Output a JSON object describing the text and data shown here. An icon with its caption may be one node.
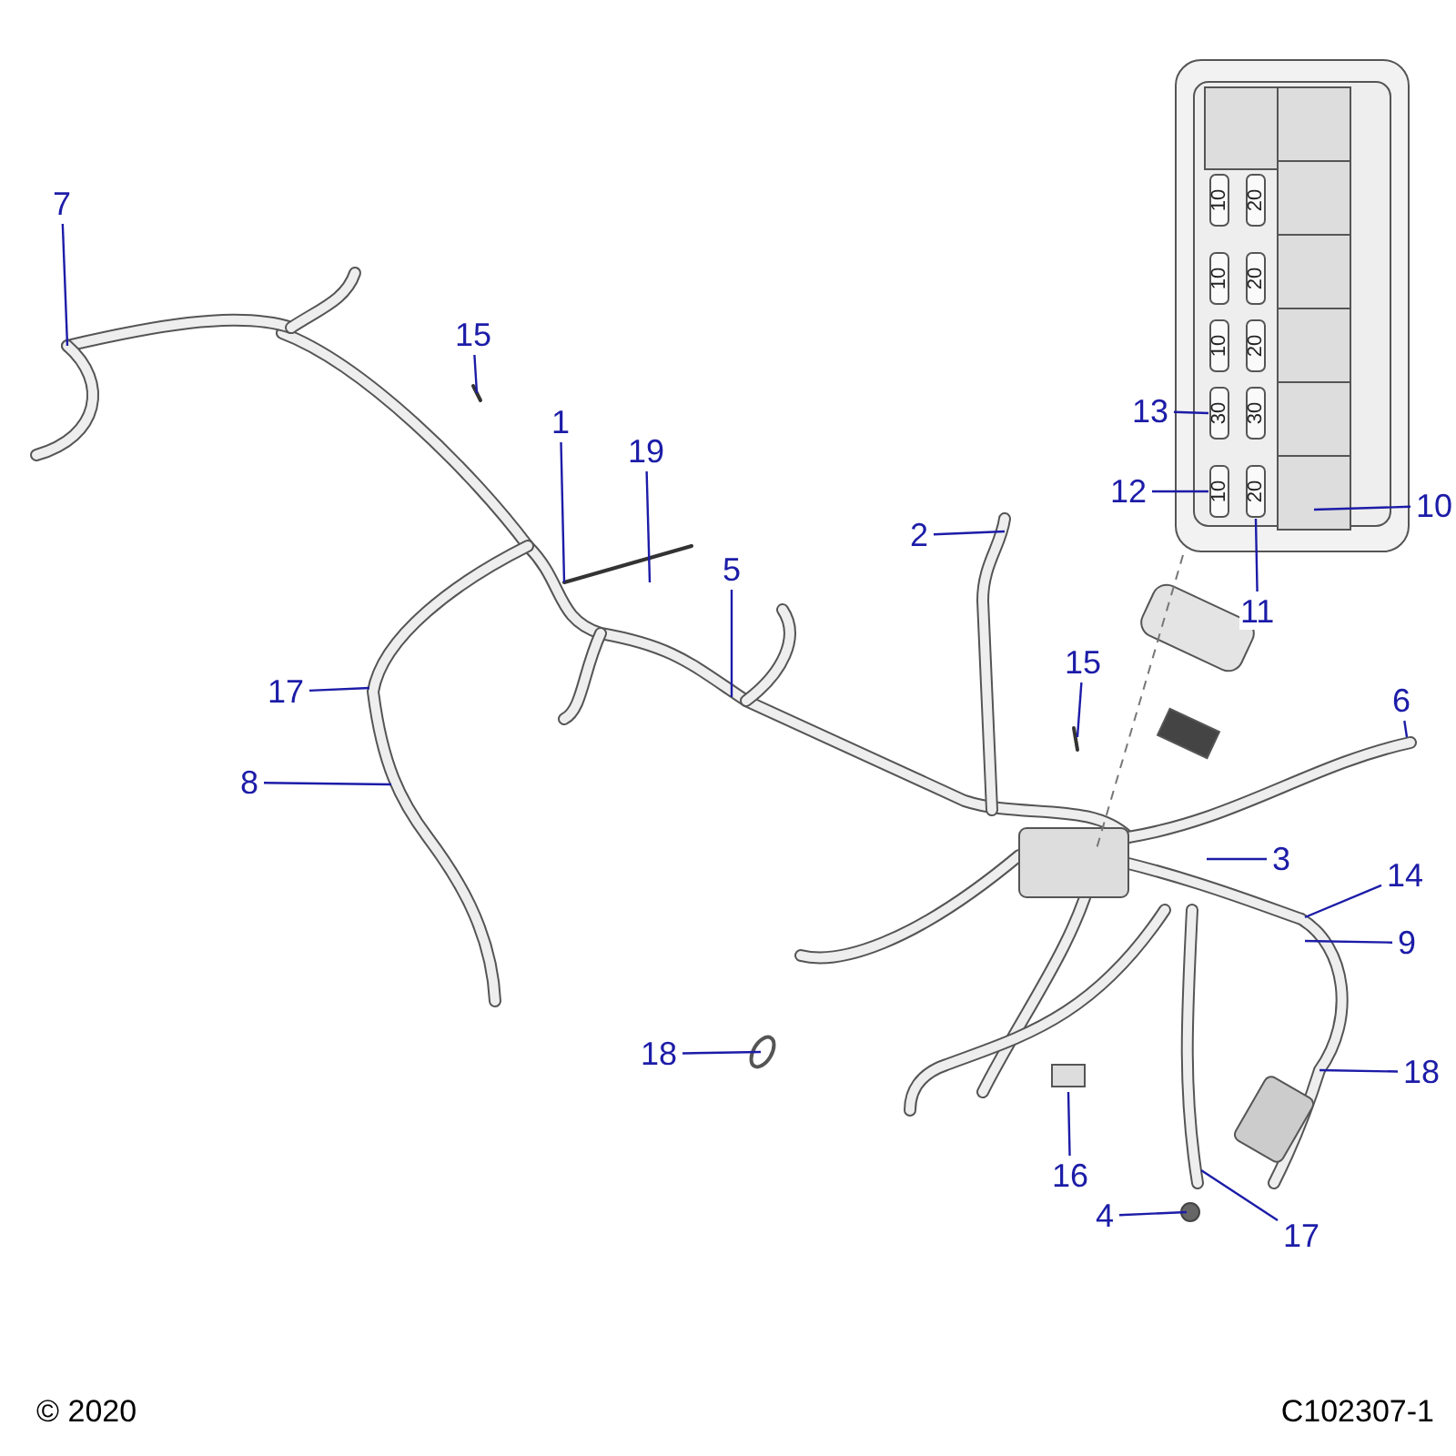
{
  "diagram": {
    "nodes": [
      {
        "text": [
          "7"
        ]
      },
      {
        "text": [
          "15"
        ]
      },
      {
        "text": [
          "13"
        ]
      },
      {
        "text": [
          "1"
        ]
      },
      {
        "text": [
          "19"
        ]
      },
      {
        "text": [
          "12"
        ]
      },
      {
        "text": [
          "10"
        ]
      },
      {
        "text": [
          "2"
        ]
      },
      {
        "text": [
          "5"
        ]
      },
      {
        "text": [
          "11"
        ]
      },
      {
        "text": [
          "17"
        ]
      },
      {
        "text": [
          "6"
        ]
      },
      {
        "text": [
          "15"
        ]
      },
      {
        "text": [
          "8"
        ]
      },
      {
        "text": [
          "3"
        ]
      },
      {
        "text": [
          "14"
        ]
      },
      {
        "text": [
          "9"
        ]
      },
      {
        "text": [
          "18"
        ]
      },
      {
        "text": [
          "18"
        ]
      },
      {
        "text": [
          "16"
        ]
      },
      {
        "text": [
          "4"
        ]
      },
      {
        "text": [
          "17"
        ]
      },
      {
        "text": [],
        "shape": "picture"
      }
    ],
    "edges": [
      {
        "from": 0,
        "to": null,
        "arrow": "none"
      },
      {
        "from": 1,
        "to": null,
        "arrow": "none"
      },
      {
        "from": 2,
        "to": 22,
        "arrow": "none"
      },
      {
        "from": 3,
        "to": null,
        "arrow": "none"
      },
      {
        "from": 4,
        "to": null,
        "arrow": "none"
      },
      {
        "from": 5,
        "to": 22,
        "arrow": "none"
      },
      {
        "from": 6,
        "to": 22,
        "arrow": "none"
      },
      {
        "from": 7,
        "to": null,
        "arrow": "none"
      },
      {
        "from": 8,
        "to": null,
        "arrow": "none"
      },
      {
        "from": 9,
        "to": 22,
        "arrow": "none"
      },
      {
        "from": 10,
        "to": null,
        "arrow": "none"
      },
      {
        "from": 11,
        "to": null,
        "arrow": "none"
      },
      {
        "from": 12,
        "to": null,
        "arrow": "none"
      },
      {
        "from": 13,
        "to": null,
        "arrow": "none"
      },
      {
        "from": 14,
        "to": null,
        "arrow": "none"
      },
      {
        "from": 15,
        "to": null,
        "arrow": "none"
      },
      {
        "from": 16,
        "to": null,
        "arrow": "none"
      },
      {
        "from": 17,
        "to": null,
        "arrow": "none"
      },
      {
        "from": 18,
        "to": null,
        "arrow": "none"
      },
      {
        "from": 19,
        "to": null,
        "arrow": "none"
      },
      {
        "from": 20,
        "to": null,
        "arrow": "none"
      },
      {
        "from": 21,
        "to": null,
        "arrow": "none"
      }
    ],
    "labels": [
      "10",
      "20",
      "10",
      "20",
      "10",
      "20",
      "30",
      "30",
      "10",
      "20",
      "© 2020",
      "C102307-1"
    ]
  }
}
